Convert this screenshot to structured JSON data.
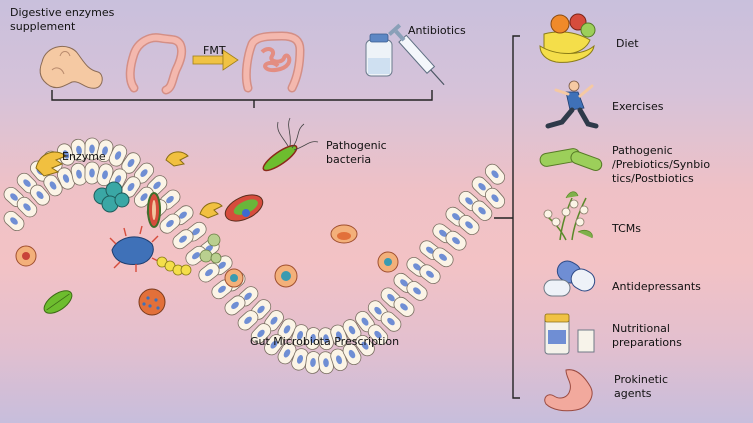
{
  "top": {
    "digestive_enzymes": "Digestive enzymes\nsupplement",
    "fmt": "FMT",
    "antibiotics": "Antibiotics"
  },
  "gut": {
    "enzyme": "Enzyme",
    "pathogenic_bacteria": "Pathogenic\nbacteria",
    "title": "Gut Microbiota Prescription"
  },
  "right_items": [
    {
      "label": "Diet",
      "icon": "fruit-bowl-icon"
    },
    {
      "label": "Exercises",
      "icon": "runner-icon"
    },
    {
      "label": "Pathogenic\n/Prebiotics/Synbio\ntics/Postbiotics",
      "icon": "probiotic-rods-icon"
    },
    {
      "label": "TCMs",
      "icon": "herb-flower-icon"
    },
    {
      "label": "Antidepressants",
      "icon": "capsule-icon"
    },
    {
      "label": "Nutritional\npreparations",
      "icon": "supplement-jar-icon"
    },
    {
      "label": "Prokinetic\nagents",
      "icon": "stomach-icon"
    }
  ],
  "colors": {
    "bg_top": "#c9c0dc",
    "bg_mid": "#f3c2c5",
    "cell_fill": "#fbf4e6",
    "nucleus": "#6f8ed4",
    "intestine": "#f2a99d",
    "bracket": "#222222"
  }
}
